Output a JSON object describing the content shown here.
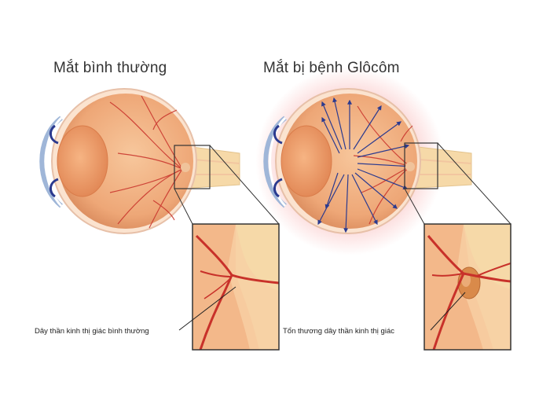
{
  "titles": {
    "normal": "Mắt bình thường",
    "glaucoma": "Mắt bị bệnh Glôcôm"
  },
  "captions": {
    "normal": "Dây thần kinh thị giác bình thường",
    "glaucoma": "Tổn thương dây thần kinh thị giác"
  },
  "colors": {
    "eyeball": "#f3b88a",
    "eyeball_edge": "#c9825a",
    "lens": "#f0a36f",
    "vessel": "#c8312a",
    "nerve": "#f6d9a8",
    "arrow": "#2b3a8f",
    "glow": "#f26a6a"
  }
}
